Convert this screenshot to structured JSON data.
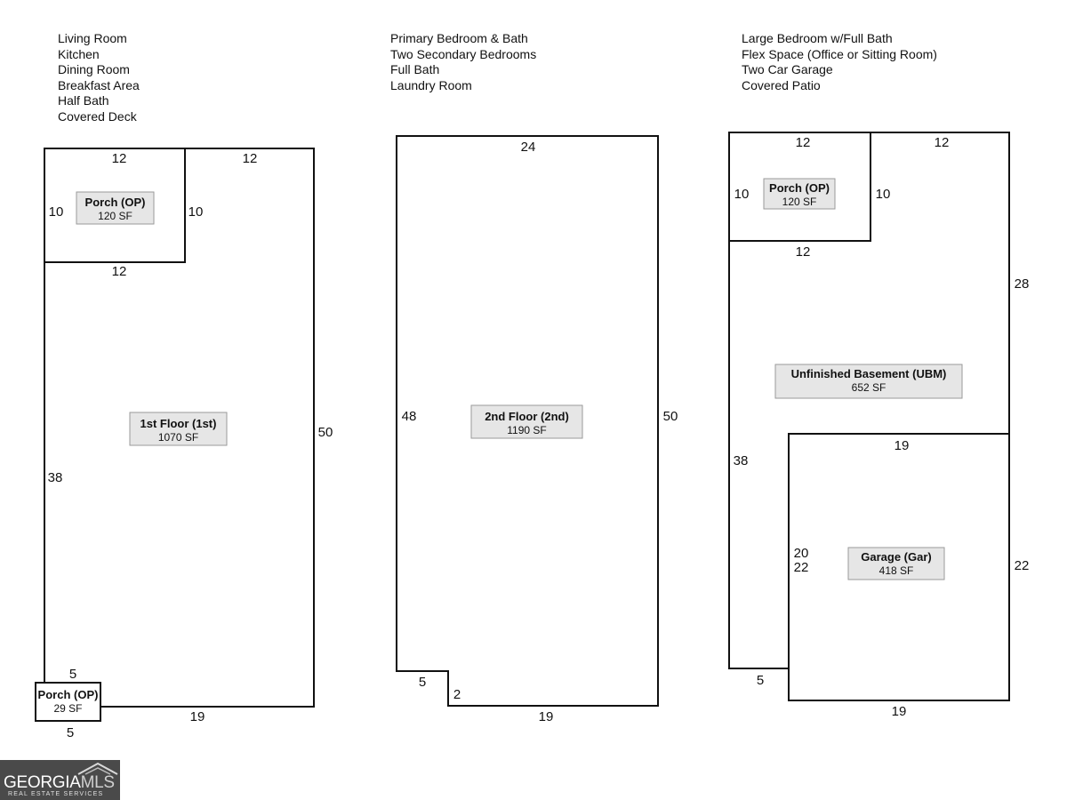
{
  "lists": {
    "first_floor_rooms": [
      "Living Room",
      "Kitchen",
      "Dining Room",
      "Breakfast Area",
      "Half Bath",
      "Covered Deck"
    ],
    "second_floor_rooms": [
      "Primary Bedroom & Bath",
      "Two Secondary Bedrooms",
      "Full Bath",
      "Laundry Room"
    ],
    "basement_rooms": [
      "Large Bedroom w/Full Bath",
      "Flex Space (Office or Sitting Room)",
      "Two Car Garage",
      "Covered Patio"
    ]
  },
  "plan1": {
    "main": {
      "name": "1st Floor (1st)",
      "sf": "1070 SF"
    },
    "porch_top": {
      "name": "Porch (OP)",
      "sf": "120 SF"
    },
    "porch_bottom": {
      "name": "Porch (OP)",
      "sf": "29 SF"
    },
    "dims": {
      "porch_top": "12",
      "top_right": "12",
      "porch_left": "10",
      "porch_right": "10",
      "porch_bottom": "12",
      "right": "50",
      "left": "38",
      "bottom": "19",
      "bp_top": "5",
      "bp_bottom": "5"
    }
  },
  "plan2": {
    "main": {
      "name": "2nd Floor (2nd)",
      "sf": "1190 SF"
    },
    "dims": {
      "top": "24",
      "left": "48",
      "right": "50",
      "notch_w": "5",
      "notch_h": "2",
      "bottom": "19"
    }
  },
  "plan3": {
    "basement": {
      "name": "Unfinished Basement (UBM)",
      "sf": "652 SF"
    },
    "porch": {
      "name": "Porch (OP)",
      "sf": "120 SF"
    },
    "garage": {
      "name": "Garage (Gar)",
      "sf": "418 SF"
    },
    "dims": {
      "porch_top": "12",
      "top_right": "12",
      "porch_left": "10",
      "porch_right": "10",
      "porch_bottom": "12",
      "right_upper": "28",
      "left": "38",
      "garage_top": "19",
      "garage_left_a": "20",
      "garage_left_b": "22",
      "garage_right": "22",
      "offset_bottom": "5",
      "garage_bottom": "19"
    }
  },
  "logo": {
    "brand": "GEORGIA",
    "brand_suffix": "MLS",
    "tagline": "REAL ESTATE SERVICES"
  }
}
